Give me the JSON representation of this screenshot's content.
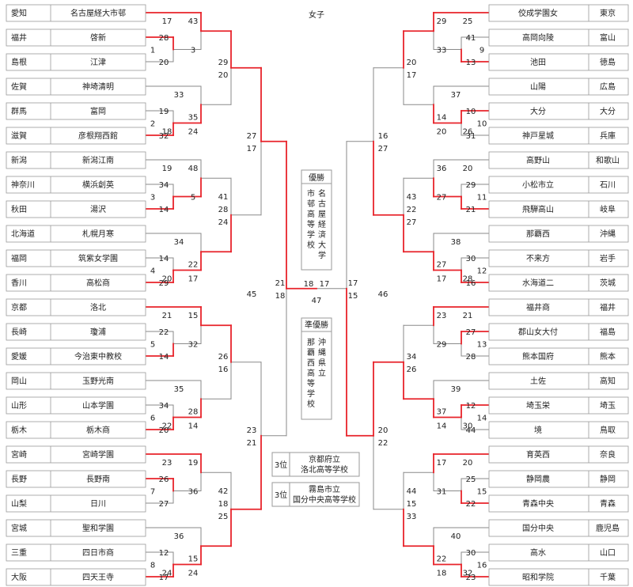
{
  "title": "女子",
  "colors": {
    "win": "#e8232a",
    "lose": "#8a8a8a",
    "box": "#9a9a9a"
  },
  "left_teams": [
    {
      "pref": "愛知",
      "name": "名古屋経大市邨"
    },
    {
      "pref": "福井",
      "name": "啓新"
    },
    {
      "pref": "島根",
      "name": "江津"
    },
    {
      "pref": "佐賀",
      "name": "神埼清明"
    },
    {
      "pref": "群馬",
      "name": "富岡"
    },
    {
      "pref": "滋賀",
      "name": "彦根翔西館"
    },
    {
      "pref": "新潟",
      "name": "新潟江南"
    },
    {
      "pref": "神奈川",
      "name": "横浜創英"
    },
    {
      "pref": "秋田",
      "name": "湯沢"
    },
    {
      "pref": "北海道",
      "name": "札幌月寒"
    },
    {
      "pref": "福岡",
      "name": "筑紫女学園"
    },
    {
      "pref": "香川",
      "name": "高松商"
    },
    {
      "pref": "京都",
      "name": "洛北"
    },
    {
      "pref": "長崎",
      "name": "瓊浦"
    },
    {
      "pref": "愛媛",
      "name": "今治東中教校"
    },
    {
      "pref": "岡山",
      "name": "玉野光南"
    },
    {
      "pref": "山形",
      "name": "山本学園"
    },
    {
      "pref": "栃木",
      "name": "栃木商"
    },
    {
      "pref": "宮崎",
      "name": "宮崎学園"
    },
    {
      "pref": "長野",
      "name": "長野南"
    },
    {
      "pref": "山梨",
      "name": "日川"
    },
    {
      "pref": "宮城",
      "name": "聖和学園"
    },
    {
      "pref": "三重",
      "name": "四日市商"
    },
    {
      "pref": "大阪",
      "name": "四天王寺"
    }
  ],
  "right_teams": [
    {
      "pref": "東京",
      "name": "佼成学園女"
    },
    {
      "pref": "富山",
      "name": "高岡向陵"
    },
    {
      "pref": "徳島",
      "name": "池田"
    },
    {
      "pref": "広島",
      "name": "山陽"
    },
    {
      "pref": "大分",
      "name": "大分"
    },
    {
      "pref": "兵庫",
      "name": "神戸星城"
    },
    {
      "pref": "和歌山",
      "name": "高野山"
    },
    {
      "pref": "石川",
      "name": "小松市立"
    },
    {
      "pref": "岐阜",
      "name": "飛騨高山"
    },
    {
      "pref": "沖縄",
      "name": "那覇西"
    },
    {
      "pref": "岩手",
      "name": "不来方"
    },
    {
      "pref": "茨城",
      "name": "水海道二"
    },
    {
      "pref": "福井",
      "name": "福井商"
    },
    {
      "pref": "福島",
      "name": "郡山女大付"
    },
    {
      "pref": "熊本",
      "name": "熊本国府"
    },
    {
      "pref": "高知",
      "name": "土佐"
    },
    {
      "pref": "埼玉",
      "name": "埼玉栄"
    },
    {
      "pref": "鳥取",
      "name": "境"
    },
    {
      "pref": "奈良",
      "name": "育英西"
    },
    {
      "pref": "静岡",
      "name": "静岡農"
    },
    {
      "pref": "青森",
      "name": "青森中央"
    },
    {
      "pref": "鹿児島",
      "name": "国分中央"
    },
    {
      "pref": "山口",
      "name": "高水"
    },
    {
      "pref": "千葉",
      "name": "昭和学院"
    }
  ],
  "scores": {
    "left": {
      "r1": [
        [
          "28",
          "20"
        ],
        [
          "19",
          "32"
        ],
        [
          "34",
          "14"
        ],
        [
          "14",
          "29"
        ],
        [
          "22",
          "14"
        ],
        [
          "34",
          "20"
        ],
        [
          "26",
          "27"
        ],
        [
          "12",
          "17"
        ]
      ],
      "r1_games": [
        "1",
        "2",
        "3",
        "4",
        "5",
        "6",
        "7",
        "8"
      ],
      "r2": [
        [
          "17",
          "3",
          "43"
        ],
        [
          "33",
          "35",
          "24",
          "18"
        ],
        [
          "19",
          "5",
          "48"
        ],
        [
          "34",
          "22",
          "17",
          "20"
        ],
        [
          "21",
          "32",
          "15"
        ],
        [
          "35",
          "28",
          "14",
          "22"
        ],
        [
          "23",
          "36",
          "19"
        ],
        [
          "36",
          "15",
          "24",
          "24"
        ]
      ],
      "r3": [
        [
          "29",
          "20"
        ],
        [
          "41",
          "28",
          "24"
        ],
        [
          "26",
          "16"
        ],
        [
          "42",
          "18",
          "25"
        ]
      ],
      "r4": [
        [
          "27",
          "17"
        ],
        [
          "45",
          "23",
          "21"
        ]
      ],
      "semi": [
        "21",
        "18"
      ]
    },
    "right": {
      "r1": [
        [
          "41",
          "13"
        ],
        [
          "10",
          "31"
        ],
        [
          "29",
          "21"
        ],
        [
          "30",
          "16"
        ],
        [
          "27",
          "28"
        ],
        [
          "12",
          "44"
        ],
        [
          "25",
          "22"
        ],
        [
          "30",
          "23"
        ]
      ],
      "r1_games": [
        "9",
        "10",
        "11",
        "12",
        "13",
        "14",
        "15",
        "16"
      ],
      "r2": [
        [
          "25",
          "33",
          "29"
        ],
        [
          "37",
          "14",
          "20",
          "26"
        ],
        [
          "20",
          "27",
          "36"
        ],
        [
          "38",
          "27",
          "17",
          "28"
        ],
        [
          "21",
          "29",
          "23"
        ],
        [
          "39",
          "37",
          "14",
          "30"
        ],
        [
          "20",
          "31",
          "17"
        ],
        [
          "40",
          "22",
          "18",
          "32"
        ]
      ],
      "r3": [
        [
          "20",
          "17"
        ],
        [
          "43",
          "22",
          "27"
        ],
        [
          "34",
          "26"
        ],
        [
          "44",
          "15",
          "33"
        ]
      ],
      "r4": [
        [
          "16",
          "27"
        ],
        [
          "46",
          "20",
          "22"
        ]
      ],
      "semi": [
        "17",
        "15"
      ]
    },
    "final": [
      "18",
      "17"
    ],
    "final_game": "47"
  },
  "champion": {
    "label": "優勝",
    "col1": "名古屋経済大学",
    "col2": "市邨高等学校"
  },
  "runner_up": {
    "label": "準優勝",
    "col1": "沖縄県立",
    "col2": "那覇西高等学校"
  },
  "third_place": [
    {
      "rank": "3位",
      "line1": "京都府立",
      "line2": "洛北高等学校"
    },
    {
      "rank": "3位",
      "line1": "霧島市立",
      "line2": "国分中央高等学校"
    }
  ]
}
